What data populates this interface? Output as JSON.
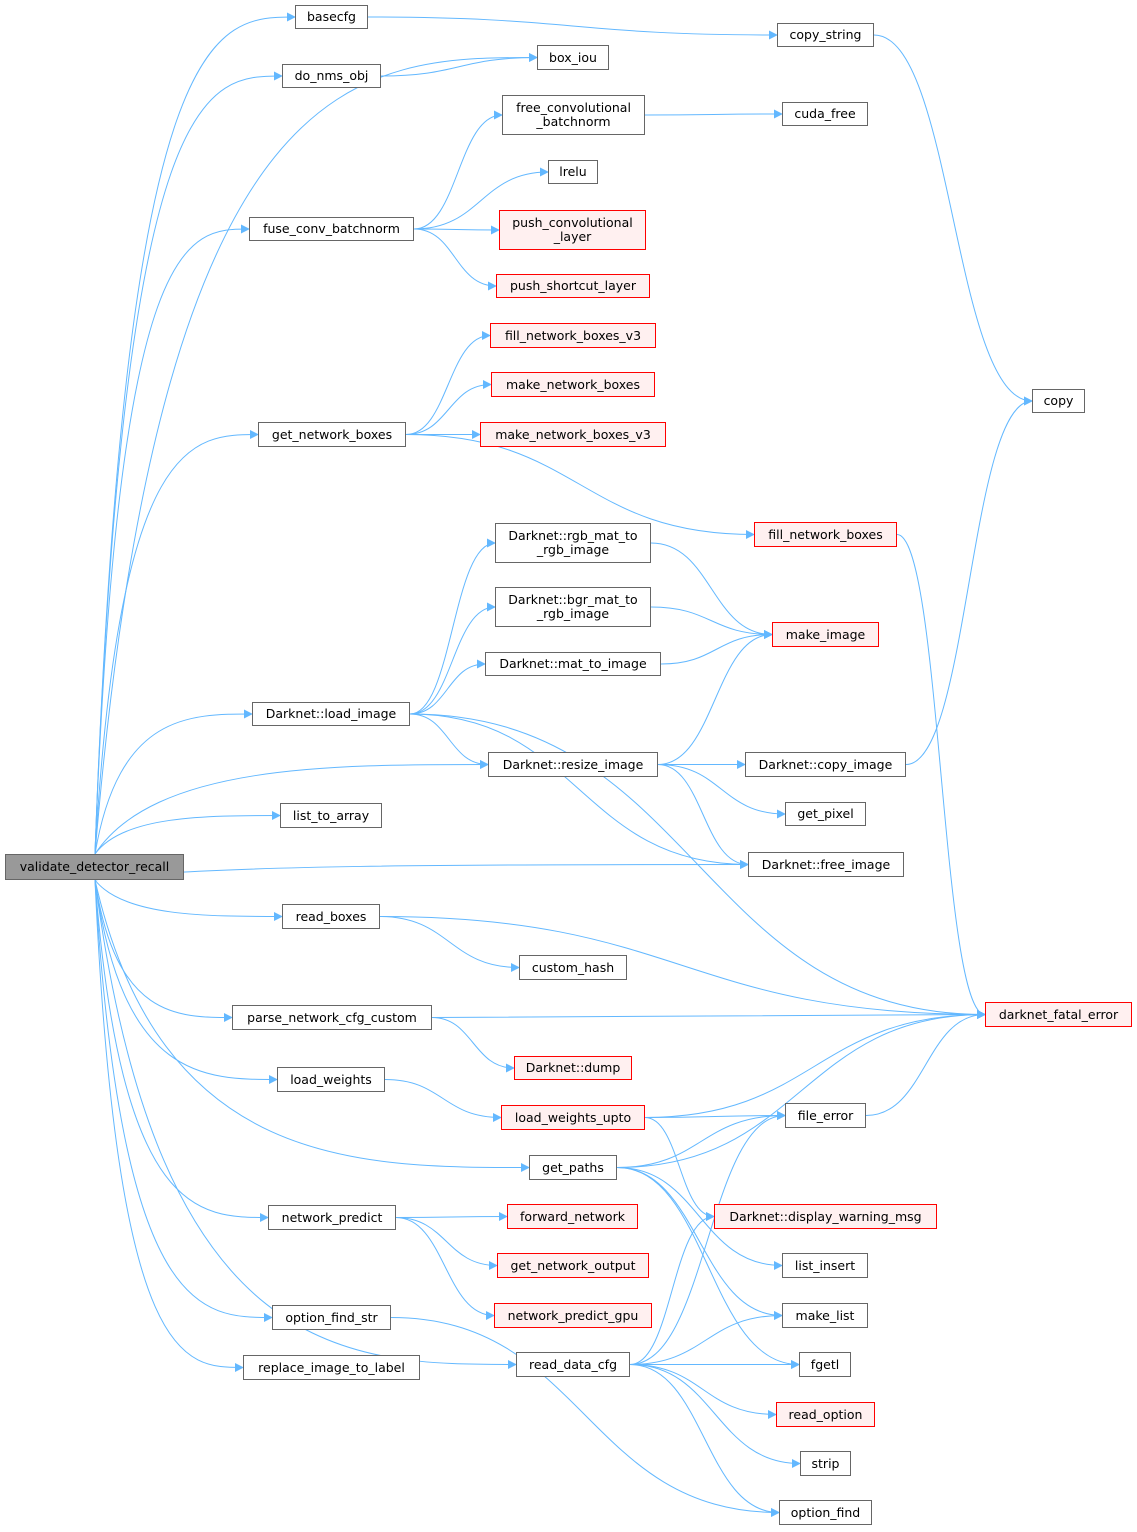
{
  "title": "validate_detector_recall call graph",
  "colors": {
    "edge": "#63b8ff",
    "missing_border": "#ff0000",
    "missing_fill": "#fff0f0",
    "root_fill": "#999999"
  },
  "nodes": [
    {
      "id": "root",
      "lines": [
        "validate_detector_recall"
      ],
      "kind": "root"
    },
    {
      "id": "basecfg",
      "lines": [
        "basecfg"
      ],
      "kind": "normal"
    },
    {
      "id": "do_nms_obj",
      "lines": [
        "do_nms_obj"
      ],
      "kind": "normal"
    },
    {
      "id": "box_iou",
      "lines": [
        "box_iou"
      ],
      "kind": "normal"
    },
    {
      "id": "copy_string",
      "lines": [
        "copy_string"
      ],
      "kind": "normal"
    },
    {
      "id": "free_conv_bn",
      "lines": [
        "free_convolutional",
        "_batchnorm"
      ],
      "kind": "normal"
    },
    {
      "id": "cuda_free",
      "lines": [
        "cuda_free"
      ],
      "kind": "normal"
    },
    {
      "id": "lrelu",
      "lines": [
        "lrelu"
      ],
      "kind": "normal"
    },
    {
      "id": "fuse_conv_batchnorm",
      "lines": [
        "fuse_conv_batchnorm"
      ],
      "kind": "normal"
    },
    {
      "id": "push_conv",
      "lines": [
        "push_convolutional",
        "_layer"
      ],
      "kind": "red"
    },
    {
      "id": "push_shortcut",
      "lines": [
        "push_shortcut_layer"
      ],
      "kind": "red"
    },
    {
      "id": "fill_nb_v3",
      "lines": [
        "fill_network_boxes_v3"
      ],
      "kind": "red"
    },
    {
      "id": "make_nb",
      "lines": [
        "make_network_boxes"
      ],
      "kind": "red"
    },
    {
      "id": "get_network_boxes",
      "lines": [
        "get_network_boxes"
      ],
      "kind": "normal"
    },
    {
      "id": "make_nb_v3",
      "lines": [
        "make_network_boxes_v3"
      ],
      "kind": "red"
    },
    {
      "id": "copy",
      "lines": [
        "copy"
      ],
      "kind": "normal"
    },
    {
      "id": "fill_nb",
      "lines": [
        "fill_network_boxes"
      ],
      "kind": "red"
    },
    {
      "id": "rgb_mat",
      "lines": [
        "Darknet::rgb_mat_to",
        "_rgb_image"
      ],
      "kind": "normal"
    },
    {
      "id": "bgr_mat",
      "lines": [
        "Darknet::bgr_mat_to",
        "_rgb_image"
      ],
      "kind": "normal"
    },
    {
      "id": "make_image",
      "lines": [
        "make_image"
      ],
      "kind": "red"
    },
    {
      "id": "mat_to_image",
      "lines": [
        "Darknet::mat_to_image"
      ],
      "kind": "normal"
    },
    {
      "id": "load_image",
      "lines": [
        "Darknet::load_image"
      ],
      "kind": "normal"
    },
    {
      "id": "resize_image",
      "lines": [
        "Darknet::resize_image"
      ],
      "kind": "normal"
    },
    {
      "id": "copy_image",
      "lines": [
        "Darknet::copy_image"
      ],
      "kind": "normal"
    },
    {
      "id": "list_to_array",
      "lines": [
        "list_to_array"
      ],
      "kind": "normal"
    },
    {
      "id": "get_pixel",
      "lines": [
        "get_pixel"
      ],
      "kind": "normal"
    },
    {
      "id": "free_image",
      "lines": [
        "Darknet::free_image"
      ],
      "kind": "normal"
    },
    {
      "id": "read_boxes",
      "lines": [
        "read_boxes"
      ],
      "kind": "normal"
    },
    {
      "id": "custom_hash",
      "lines": [
        "custom_hash"
      ],
      "kind": "normal"
    },
    {
      "id": "fatal",
      "lines": [
        "darknet_fatal_error"
      ],
      "kind": "red"
    },
    {
      "id": "parse_cfg",
      "lines": [
        "parse_network_cfg_custom"
      ],
      "kind": "normal"
    },
    {
      "id": "dump",
      "lines": [
        "Darknet::dump"
      ],
      "kind": "red"
    },
    {
      "id": "load_weights",
      "lines": [
        "load_weights"
      ],
      "kind": "normal"
    },
    {
      "id": "load_weights_upto",
      "lines": [
        "load_weights_upto"
      ],
      "kind": "red"
    },
    {
      "id": "file_error",
      "lines": [
        "file_error"
      ],
      "kind": "normal"
    },
    {
      "id": "get_paths",
      "lines": [
        "get_paths"
      ],
      "kind": "normal"
    },
    {
      "id": "network_predict",
      "lines": [
        "network_predict"
      ],
      "kind": "normal"
    },
    {
      "id": "forward_network",
      "lines": [
        "forward_network"
      ],
      "kind": "red"
    },
    {
      "id": "display_warning",
      "lines": [
        "Darknet::display_warning_msg"
      ],
      "kind": "red"
    },
    {
      "id": "get_network_output",
      "lines": [
        "get_network_output"
      ],
      "kind": "red"
    },
    {
      "id": "list_insert",
      "lines": [
        "list_insert"
      ],
      "kind": "normal"
    },
    {
      "id": "network_predict_gpu",
      "lines": [
        "network_predict_gpu"
      ],
      "kind": "red"
    },
    {
      "id": "make_list",
      "lines": [
        "make_list"
      ],
      "kind": "normal"
    },
    {
      "id": "option_find_str",
      "lines": [
        "option_find_str"
      ],
      "kind": "normal"
    },
    {
      "id": "replace_image_to_label",
      "lines": [
        "replace_image_to_label"
      ],
      "kind": "normal"
    },
    {
      "id": "read_data_cfg",
      "lines": [
        "read_data_cfg"
      ],
      "kind": "normal"
    },
    {
      "id": "fgetl",
      "lines": [
        "fgetl"
      ],
      "kind": "normal"
    },
    {
      "id": "read_option",
      "lines": [
        "read_option"
      ],
      "kind": "red"
    },
    {
      "id": "strip",
      "lines": [
        "strip"
      ],
      "kind": "normal"
    },
    {
      "id": "option_find",
      "lines": [
        "option_find"
      ],
      "kind": "normal"
    }
  ],
  "edges": [
    [
      "root",
      "basecfg"
    ],
    [
      "root",
      "do_nms_obj"
    ],
    [
      "root",
      "box_iou"
    ],
    [
      "root",
      "fuse_conv_batchnorm"
    ],
    [
      "root",
      "get_network_boxes"
    ],
    [
      "root",
      "load_image"
    ],
    [
      "root",
      "resize_image"
    ],
    [
      "root",
      "list_to_array"
    ],
    [
      "root",
      "free_image"
    ],
    [
      "root",
      "read_boxes"
    ],
    [
      "root",
      "parse_cfg"
    ],
    [
      "root",
      "load_weights"
    ],
    [
      "root",
      "get_paths"
    ],
    [
      "root",
      "network_predict"
    ],
    [
      "root",
      "read_data_cfg"
    ],
    [
      "root",
      "option_find_str"
    ],
    [
      "root",
      "replace_image_to_label"
    ],
    [
      "basecfg",
      "copy_string"
    ],
    [
      "copy_string",
      "copy"
    ],
    [
      "do_nms_obj",
      "box_iou"
    ],
    [
      "fuse_conv_batchnorm",
      "free_conv_bn"
    ],
    [
      "fuse_conv_batchnorm",
      "lrelu"
    ],
    [
      "fuse_conv_batchnorm",
      "push_conv"
    ],
    [
      "fuse_conv_batchnorm",
      "push_shortcut"
    ],
    [
      "free_conv_bn",
      "cuda_free"
    ],
    [
      "get_network_boxes",
      "fill_nb_v3"
    ],
    [
      "get_network_boxes",
      "make_nb"
    ],
    [
      "get_network_boxes",
      "make_nb_v3"
    ],
    [
      "get_network_boxes",
      "fill_nb"
    ],
    [
      "fill_nb",
      "fatal"
    ],
    [
      "load_image",
      "rgb_mat"
    ],
    [
      "load_image",
      "bgr_mat"
    ],
    [
      "load_image",
      "mat_to_image"
    ],
    [
      "load_image",
      "resize_image"
    ],
    [
      "load_image",
      "free_image"
    ],
    [
      "load_image",
      "fatal"
    ],
    [
      "rgb_mat",
      "make_image"
    ],
    [
      "bgr_mat",
      "make_image"
    ],
    [
      "mat_to_image",
      "make_image"
    ],
    [
      "resize_image",
      "make_image"
    ],
    [
      "resize_image",
      "copy_image"
    ],
    [
      "resize_image",
      "get_pixel"
    ],
    [
      "resize_image",
      "free_image"
    ],
    [
      "copy_image",
      "copy"
    ],
    [
      "read_boxes",
      "custom_hash"
    ],
    [
      "read_boxes",
      "fatal"
    ],
    [
      "parse_cfg",
      "fatal"
    ],
    [
      "parse_cfg",
      "dump"
    ],
    [
      "load_weights",
      "load_weights_upto"
    ],
    [
      "load_weights_upto",
      "fatal"
    ],
    [
      "load_weights_upto",
      "file_error"
    ],
    [
      "load_weights_upto",
      "display_warning"
    ],
    [
      "file_error",
      "fatal"
    ],
    [
      "get_paths",
      "file_error"
    ],
    [
      "get_paths",
      "fatal"
    ],
    [
      "get_paths",
      "list_insert"
    ],
    [
      "get_paths",
      "make_list"
    ],
    [
      "get_paths",
      "fgetl"
    ],
    [
      "network_predict",
      "forward_network"
    ],
    [
      "network_predict",
      "get_network_output"
    ],
    [
      "network_predict",
      "network_predict_gpu"
    ],
    [
      "option_find_str",
      "option_find"
    ],
    [
      "read_data_cfg",
      "file_error"
    ],
    [
      "read_data_cfg",
      "display_warning"
    ],
    [
      "read_data_cfg",
      "make_list"
    ],
    [
      "read_data_cfg",
      "fgetl"
    ],
    [
      "read_data_cfg",
      "read_option"
    ],
    [
      "read_data_cfg",
      "strip"
    ],
    [
      "read_data_cfg",
      "option_find"
    ]
  ]
}
